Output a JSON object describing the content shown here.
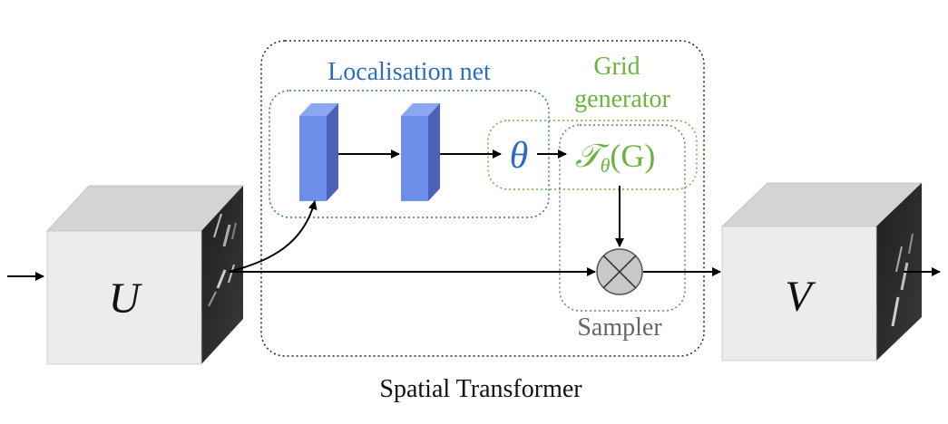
{
  "diagram": {
    "input_label": "U",
    "output_label": "V",
    "theta_label": "θ",
    "transform_label_main": "𝒯",
    "transform_label_sub": "θ",
    "transform_label_args": "(G)",
    "localisation_title": "Localisation net",
    "grid_title_line1": "Grid",
    "grid_title_line2": "generator",
    "sampler_title": "Sampler",
    "module_caption": "Spatial Transformer"
  },
  "colors": {
    "localisation": "#2f6cc0",
    "grid": "#6bb43f",
    "sampler": "#666666",
    "layer_front": "#6d8fe8",
    "layer_side": "#4a62b8",
    "layer_top": "#8da8f0",
    "cube_front": "#ececec",
    "cube_top": "#d2d2d2",
    "cube_side": "#2a2a2a",
    "sampler_node": "#c8c8c8"
  }
}
